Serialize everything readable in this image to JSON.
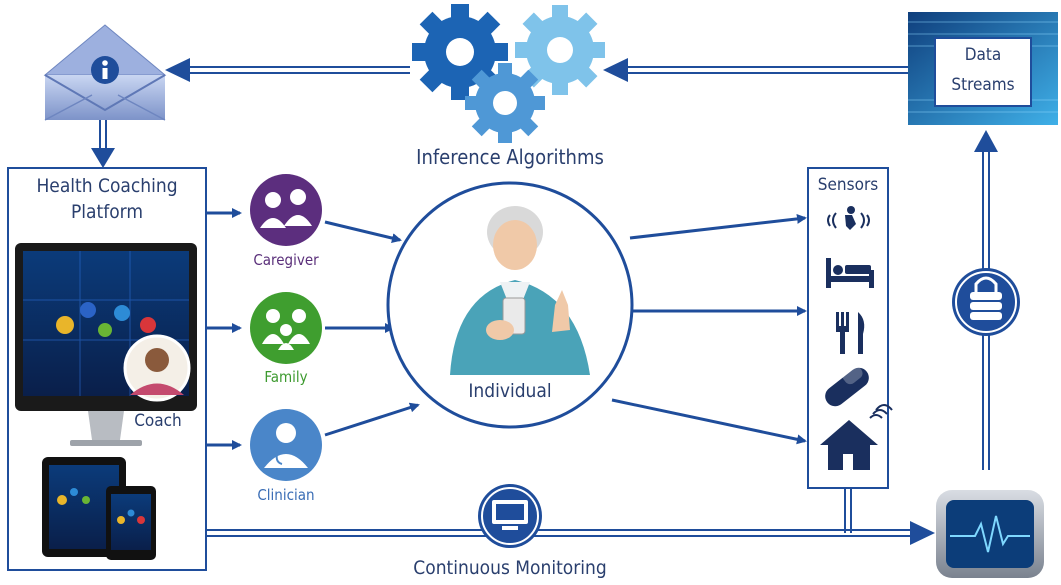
{
  "labels": {
    "health_coaching_platform_line1": "Health Coaching",
    "health_coaching_platform_line2": "Platform",
    "inference_algorithms": "Inference Algorithms",
    "data_streams_line1": "Data",
    "data_streams_line2": "Streams",
    "caregiver": "Caregiver",
    "family": "Family",
    "clinician": "Clinician",
    "individual": "Individual",
    "sensors": "Sensors",
    "coach": "Coach",
    "continuous_monitoring": "Continuous Monitoring"
  },
  "colors": {
    "arrow": "#1f4d9b",
    "caregiver": "#5c2e7e",
    "family": "#3f9e2f",
    "clinician": "#4a86c9",
    "gear_dark": "#1c64b4",
    "gear_light": "#7fc3ea",
    "gear_mid": "#4f98d6"
  },
  "icons": {
    "mail": "envelope-info-icon",
    "gears": "gears-icon",
    "data_streams": "data-streams-icon",
    "database": "database-icon",
    "monitor": "computer-monitor-icon",
    "heartbeat": "heartbeat-monitor-icon",
    "motion": "running-motion-icon",
    "bed": "bed-icon",
    "fork_knife": "fork-knife-icon",
    "pill": "pill-icon",
    "home": "home-wifi-icon"
  }
}
